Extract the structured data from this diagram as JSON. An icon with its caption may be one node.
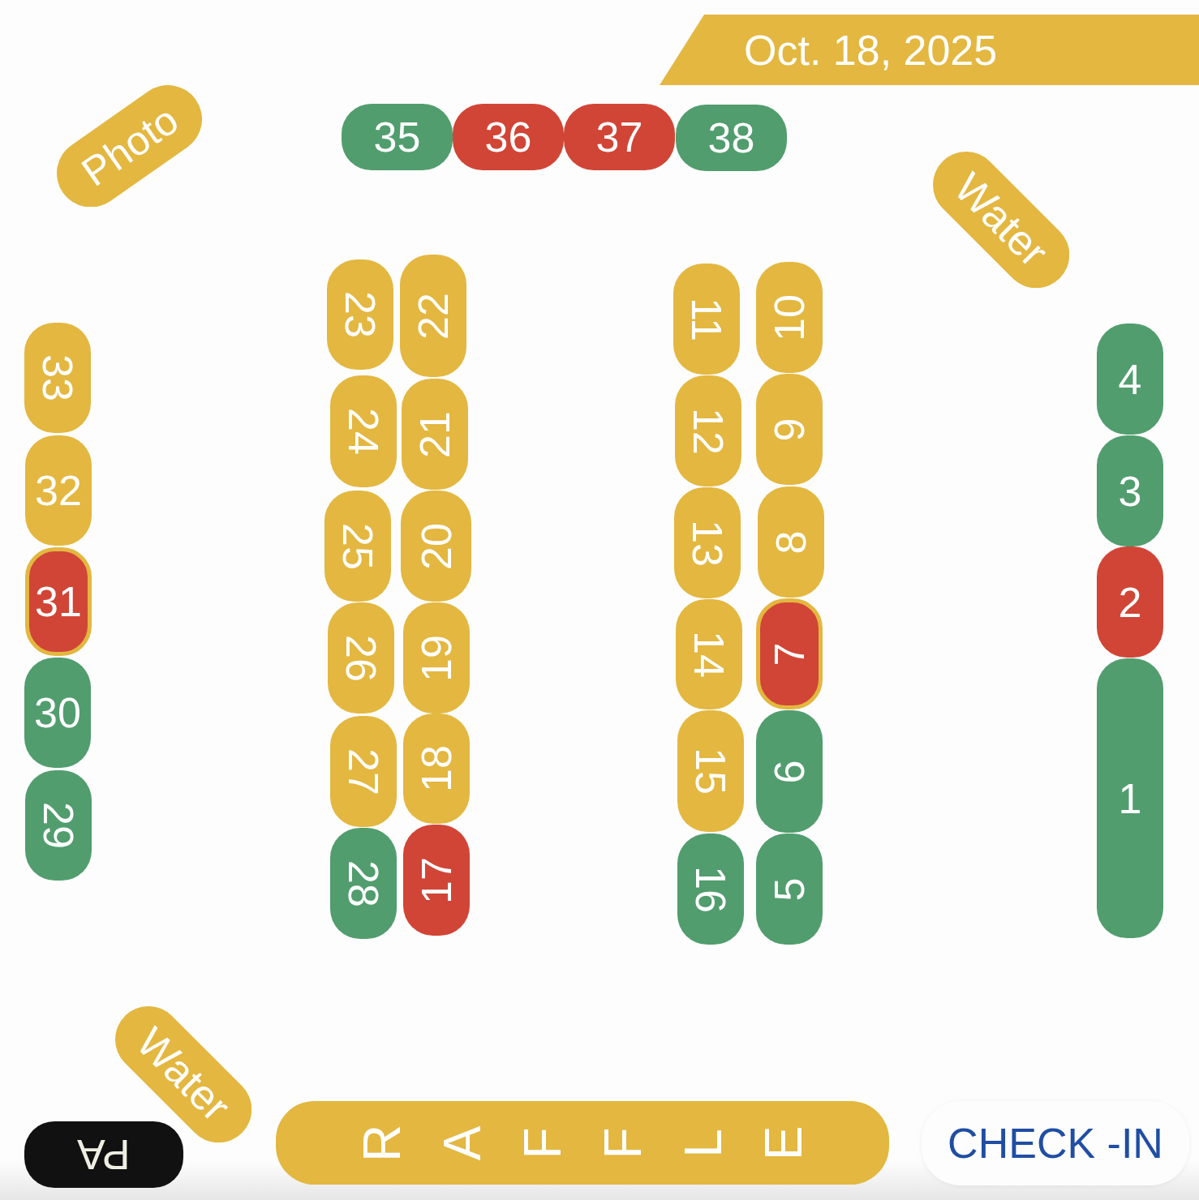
{
  "diagram": {
    "nodes": [
      {
        "text": [
          "Oct. 18, 2025"
        ]
      },
      {
        "text": [
          "Photo"
        ]
      },
      {
        "text": [
          "35"
        ]
      },
      {
        "text": [
          "36"
        ]
      },
      {
        "text": [
          "37"
        ]
      },
      {
        "text": [
          "38"
        ]
      },
      {
        "text": [
          "Water"
        ]
      },
      {
        "text": [
          "33"
        ]
      },
      {
        "text": [
          "32"
        ]
      },
      {
        "text": [
          "31"
        ]
      },
      {
        "text": [
          "30"
        ]
      },
      {
        "text": [
          "29"
        ]
      },
      {
        "text": [
          "23"
        ]
      },
      {
        "text": [
          "24"
        ]
      },
      {
        "text": [
          "25"
        ]
      },
      {
        "text": [
          "26"
        ]
      },
      {
        "text": [
          "27"
        ]
      },
      {
        "text": [
          "28"
        ]
      },
      {
        "text": [
          "22"
        ]
      },
      {
        "text": [
          "21"
        ]
      },
      {
        "text": [
          "20"
        ]
      },
      {
        "text": [
          "19"
        ]
      },
      {
        "text": [
          "18"
        ]
      },
      {
        "text": [
          "17"
        ]
      },
      {
        "text": [
          "11"
        ]
      },
      {
        "text": [
          "12"
        ]
      },
      {
        "text": [
          "13"
        ]
      },
      {
        "text": [
          "14"
        ]
      },
      {
        "text": [
          "15"
        ]
      },
      {
        "text": [
          "16"
        ]
      },
      {
        "text": [
          "10"
        ]
      },
      {
        "text": [
          "9"
        ]
      },
      {
        "text": [
          "8"
        ]
      },
      {
        "text": [
          "7"
        ]
      },
      {
        "text": [
          "6"
        ]
      },
      {
        "text": [
          "5"
        ]
      },
      {
        "text": [
          "4"
        ]
      },
      {
        "text": [
          "3"
        ]
      },
      {
        "text": [
          "2"
        ]
      },
      {
        "text": [
          "1"
        ]
      },
      {
        "text": [
          "Water"
        ]
      },
      {
        "text": [
          "PA"
        ]
      },
      {
        "text": [
          "RAFFLE"
        ]
      },
      {
        "text": [
          "CHECK -IN"
        ]
      }
    ]
  }
}
